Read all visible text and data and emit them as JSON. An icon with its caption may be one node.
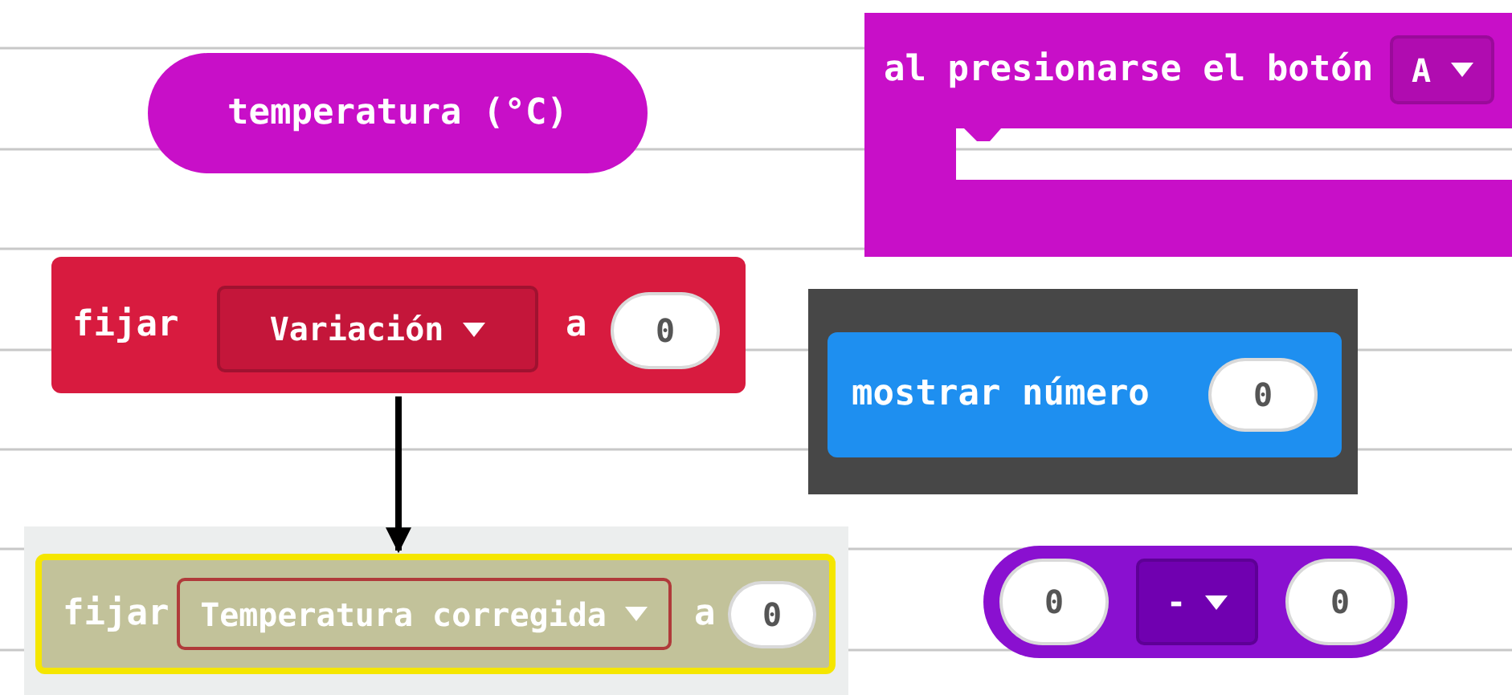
{
  "diagram": {
    "nodes": [
      {
        "text": [
          "temperatura (°C)"
        ]
      },
      {
        "text": [
          "al presionarse el botón"
        ]
      },
      {
        "text": [
          "A"
        ],
        "in": 1
      },
      {
        "text": [
          "fijar",
          "a"
        ]
      },
      {
        "text": [
          "Variación"
        ],
        "in": 3
      },
      {
        "text": [
          "0"
        ],
        "in": 3
      },
      {
        "text": [
          "mostrar número"
        ]
      },
      {
        "text": [
          "0"
        ],
        "in": 6
      },
      {
        "text": [
          "fijar",
          "a"
        ]
      },
      {
        "text": [
          "Temperatura corregida"
        ],
        "in": 8
      },
      {
        "text": [
          "0"
        ],
        "in": 8
      },
      {
        "text": [],
        "shape": "box"
      },
      {
        "text": [
          "0"
        ],
        "in": 11
      },
      {
        "text": [
          "-"
        ],
        "in": 11
      },
      {
        "text": [
          "0"
        ],
        "in": 11
      }
    ],
    "edges": [
      {
        "from": 3,
        "to": 8,
        "arrow": "to"
      }
    ]
  }
}
